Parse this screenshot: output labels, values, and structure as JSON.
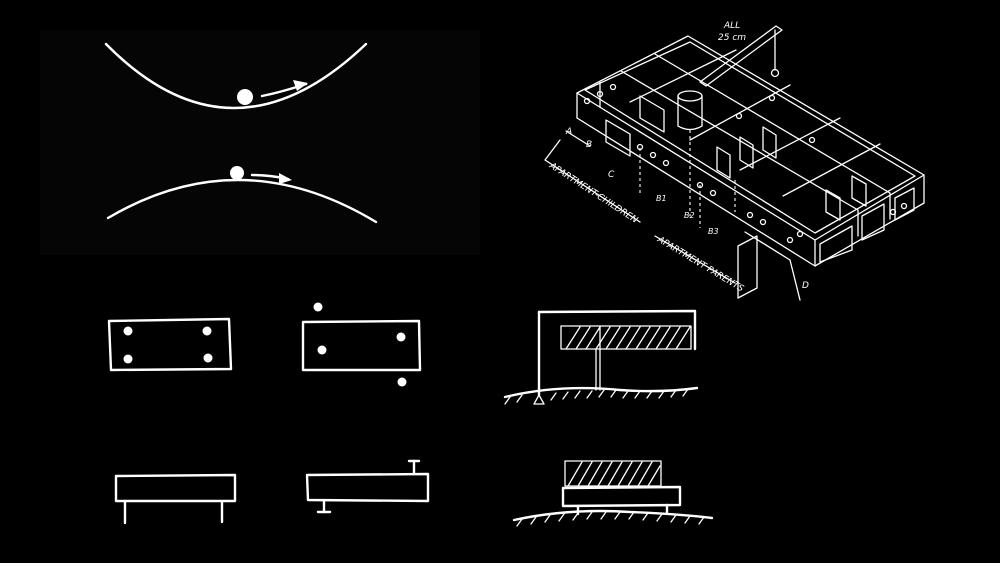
{
  "colors": {
    "background": "#000000",
    "ink": "#ffffff",
    "panel": "#050505"
  },
  "annotations": {
    "all_label": "ALL",
    "dimension_label": "25 cm",
    "apartment_left": "APARTMENT-CHILDREN",
    "apartment_right": "APARTMENT PARENTS",
    "grid_a": "A",
    "grid_b": "B",
    "grid_c": "C",
    "grid_d": "D",
    "grid_b1": "B1",
    "grid_b2": "B2",
    "grid_b3": "B3"
  }
}
